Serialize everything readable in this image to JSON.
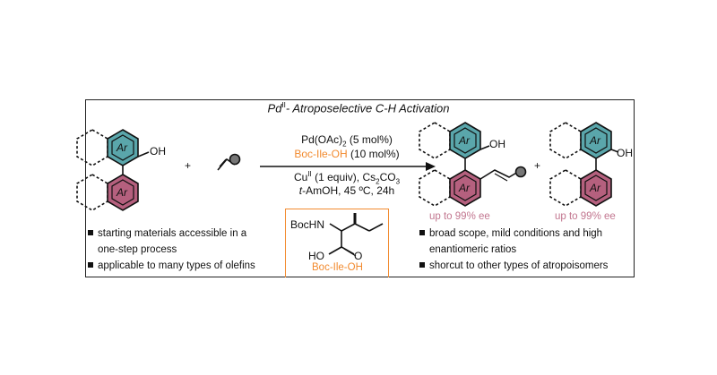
{
  "title": {
    "prefix": "Pd",
    "superscript": "II",
    "suffix": "- Atroposelective C-H Activation"
  },
  "labels": {
    "ar": "Ar",
    "oh": "OH",
    "plus": "+",
    "bochn": "BocHN",
    "ho": "HO",
    "o": "O"
  },
  "conditions": {
    "catalyst": "Pd(OAc)",
    "catalyst_sub": "2",
    "catalyst_loading": " (5 mol%)",
    "ligand": "Boc-Ile-OH",
    "ligand_loading": " (10 mol%)",
    "oxidant": "Cu",
    "oxidant_sup": "II",
    "oxidant_rest": " (1 equiv), Cs",
    "base_sub2": "2",
    "base_rest": "CO",
    "base_sub3": "3",
    "solvent_italic": "t",
    "solvent_rest": "-AmOH, 45 ºC, 24h"
  },
  "ligand_caption": "Boc-Ile-OH",
  "ee": {
    "product1": "up to 99% ee",
    "product2": "up to 99% ee"
  },
  "bullets_left": [
    {
      "line1": "starting materials accessible in a",
      "line2": "one-step process"
    },
    {
      "line1": "applicable to many types of olefins"
    }
  ],
  "bullets_right": [
    {
      "line1": "broad scope, mild conditions and high",
      "line2": "enantiomeric ratios"
    },
    {
      "line1": "shorcut to other types of atropoisomers"
    }
  ],
  "colors": {
    "teal": "#5aa6ab",
    "pink": "#b5607e",
    "orange": "#f28a2e",
    "ee_text": "#c2768f"
  }
}
